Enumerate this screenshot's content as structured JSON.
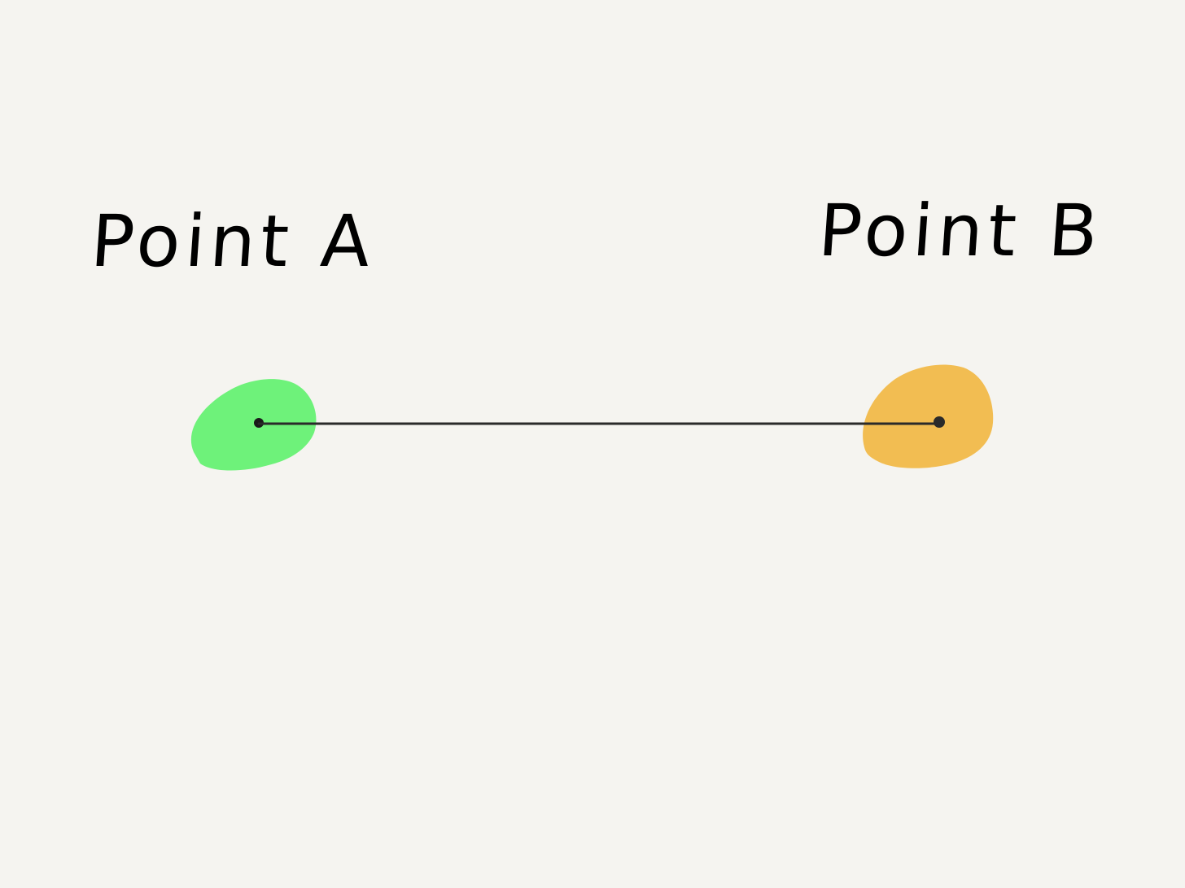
{
  "diagram": {
    "background": "#f5f4f0",
    "nodes": [
      {
        "id": "a",
        "label": "Point A",
        "color": "#6ef27a"
      },
      {
        "id": "b",
        "label": "Point B",
        "color": "#f2bd52"
      }
    ],
    "edge": {
      "from": "a",
      "to": "b",
      "color": "#2a2a2a"
    }
  }
}
